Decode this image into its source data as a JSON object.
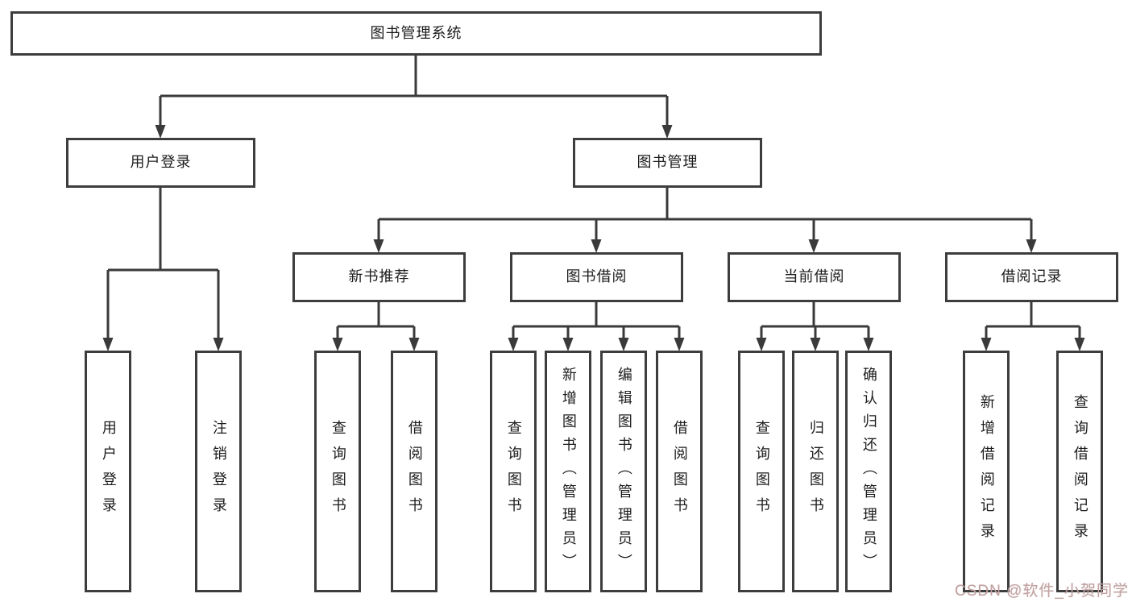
{
  "tree": {
    "root": {
      "label": "图书管理系统",
      "children": [
        {
          "label": "用户登录",
          "children": [
            {
              "label": "用户登录"
            },
            {
              "label": "注销登录"
            }
          ]
        },
        {
          "label": "图书管理",
          "children": [
            {
              "label": "新书推荐",
              "children": [
                {
                  "label": "查询图书"
                },
                {
                  "label": "借阅图书"
                }
              ]
            },
            {
              "label": "图书借阅",
              "children": [
                {
                  "label": "查询图书"
                },
                {
                  "label": "新增图书（管理员）"
                },
                {
                  "label": "编辑图书（管理员）"
                },
                {
                  "label": "借阅图书"
                }
              ]
            },
            {
              "label": "当前借阅",
              "children": [
                {
                  "label": "查询图书"
                },
                {
                  "label": "归还图书"
                },
                {
                  "label": "确认归还（管理员）"
                }
              ]
            },
            {
              "label": "借阅记录",
              "children": [
                {
                  "label": "新增借阅记录"
                },
                {
                  "label": "查询借阅记录"
                }
              ]
            }
          ]
        }
      ]
    }
  },
  "watermark": {
    "text": "CSDN @软件_小贺同学"
  },
  "colors": {
    "line": "#3a3a3a",
    "box_border": "#3d3d3d",
    "text": "#1c1c1c",
    "watermark": "#c3a2a2",
    "background": "#ffffff"
  }
}
